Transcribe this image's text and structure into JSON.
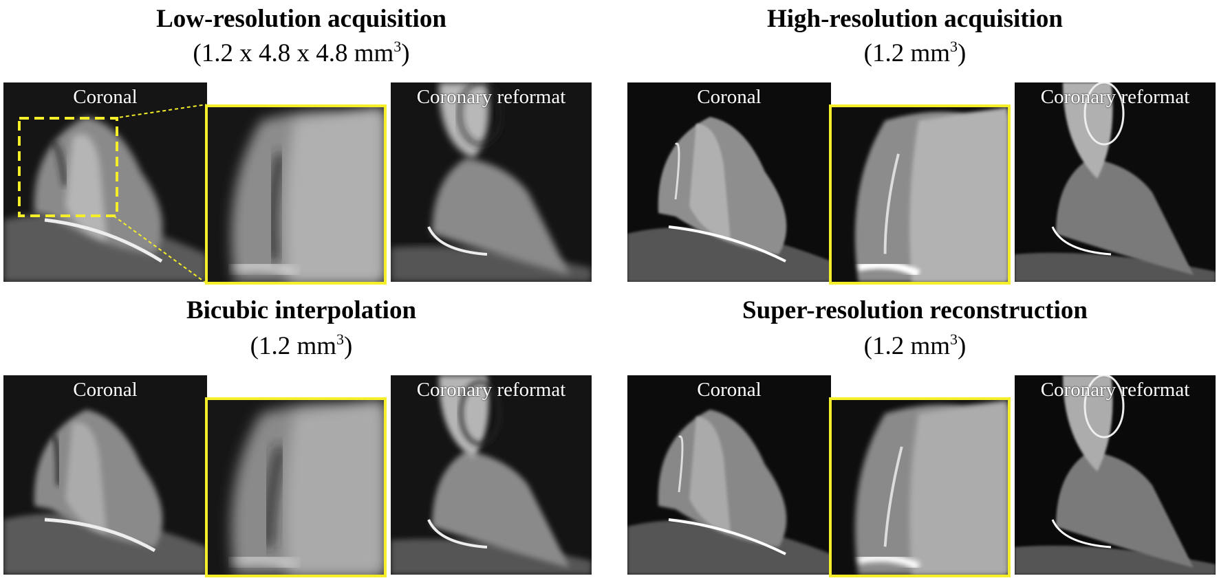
{
  "figure": {
    "groups": [
      {
        "title": "Low-resolution acquisition",
        "resolution": "(1.2 x 4.8 x 4.8 mm",
        "resolution_sup": "3",
        "resolution_close": ")",
        "panels": {
          "left_label": "Coronal",
          "right_label": "Coronary reformat"
        },
        "has_dashed_roi": true
      },
      {
        "title": "High-resolution acquisition",
        "resolution": "(1.2 mm",
        "resolution_sup": "3",
        "resolution_close": ")",
        "panels": {
          "left_label": "Coronal",
          "right_label": "Coronary reformat"
        },
        "has_dashed_roi": false
      },
      {
        "title": "Bicubic interpolation",
        "resolution": "(1.2 mm",
        "resolution_sup": "3",
        "resolution_close": ")",
        "panels": {
          "left_label": "Coronal",
          "right_label": "Coronary reformat"
        },
        "has_dashed_roi": false
      },
      {
        "title": "Super-resolution reconstruction",
        "resolution": "(1.2 mm",
        "resolution_sup": "3",
        "resolution_close": ")",
        "panels": {
          "left_label": "Coronal",
          "right_label": "Coronary reformat"
        },
        "has_dashed_roi": false
      }
    ],
    "colors": {
      "zoom_box": "#f5ee2a",
      "background": "#ffffff",
      "image_bg": "#0c0c0c"
    }
  }
}
